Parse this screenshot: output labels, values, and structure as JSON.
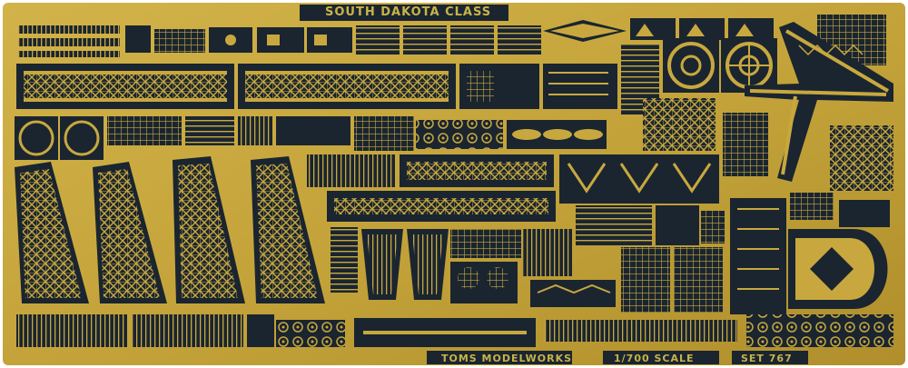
{
  "fret": {
    "title": "SOUTH DAKOTA CLASS",
    "maker": "TOMS MODELWORKS",
    "scale": "1/700 SCALE",
    "set": "SET 767"
  },
  "colors": {
    "brass": "#c8a83e",
    "brass_light": "#dcc35a",
    "brass_dark": "#8a6f1c",
    "etched_void": "#1a2530",
    "background": "#ffffff"
  }
}
